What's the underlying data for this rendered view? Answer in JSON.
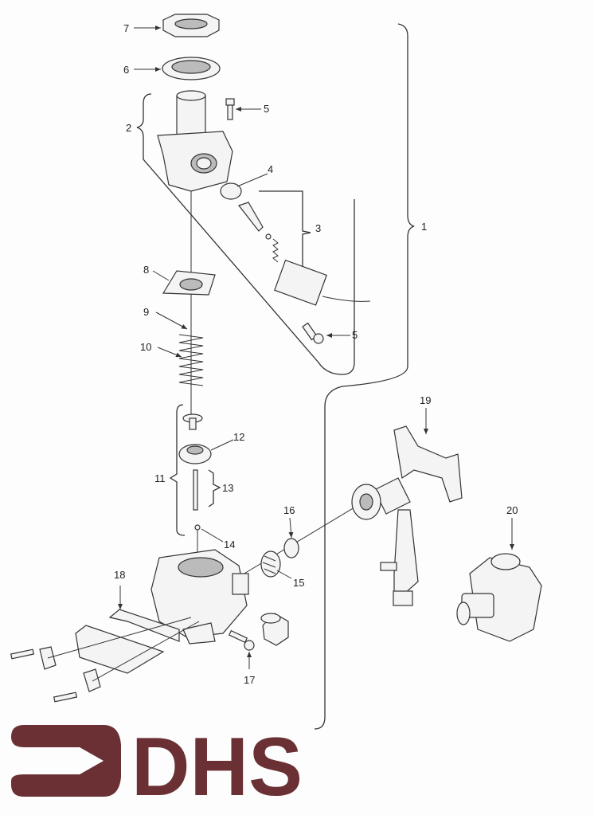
{
  "diagram": {
    "title": "Gas valve assembly exploded view",
    "part_labels": {
      "p1": "1",
      "p2": "2",
      "p3": "3",
      "p4": "4",
      "p5a": "5",
      "p5b": "5",
      "p6": "6",
      "p7": "7",
      "p8": "8",
      "p9": "9",
      "p10": "10",
      "p11": "11",
      "p12": "12",
      "p13": "13",
      "p14": "14",
      "p15": "15",
      "p16": "16",
      "p17": "17",
      "p18": "18",
      "p19": "19",
      "p20": "20"
    }
  },
  "logo": {
    "text": "DHS",
    "color": "#6b3034"
  }
}
